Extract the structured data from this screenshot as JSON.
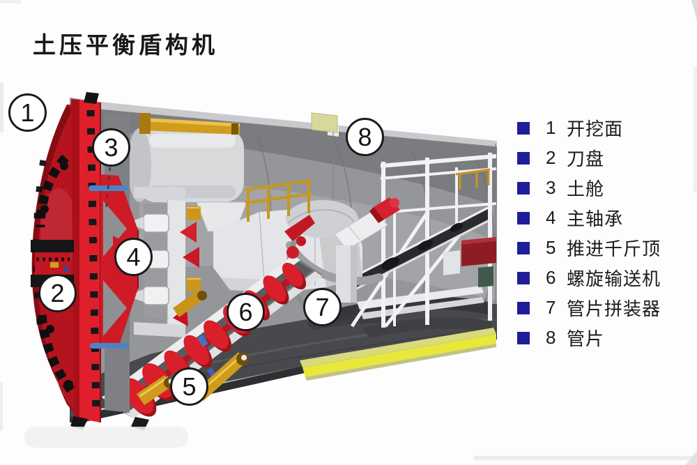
{
  "title": "土压平衡盾构机",
  "legend": {
    "bullet_color": "#1e1e9a",
    "items": [
      {
        "num": "1",
        "label": "开挖面"
      },
      {
        "num": "2",
        "label": "刀盘"
      },
      {
        "num": "3",
        "label": "土舱"
      },
      {
        "num": "4",
        "label": "主轴承"
      },
      {
        "num": "5",
        "label": "推进千斤顶"
      },
      {
        "num": "6",
        "label": "螺旋输送机"
      },
      {
        "num": "7",
        "label": "管片拼装器"
      },
      {
        "num": "8",
        "label": "管片"
      }
    ]
  },
  "callouts": [
    {
      "num": "1"
    },
    {
      "num": "2"
    },
    {
      "num": "3"
    },
    {
      "num": "4"
    },
    {
      "num": "5"
    },
    {
      "num": "6"
    },
    {
      "num": "7"
    },
    {
      "num": "8"
    }
  ],
  "colors": {
    "machine_red": "#dc1f2b",
    "machine_red_dark": "#8e0e16",
    "shield_gray": "#95969a",
    "tunnel_crown_gray": "#7b7c80",
    "floor_gray": "#48494d",
    "jack_gold": "#cf9a1c",
    "walkway_yellow": "#e7e73c",
    "hydraulic_blue": "#4b84c4",
    "legend_bullet": "#1e1e9a",
    "callout_border": "#1a1a1a"
  }
}
